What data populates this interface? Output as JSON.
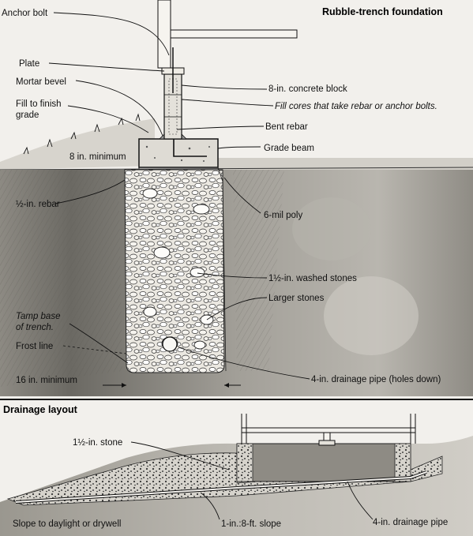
{
  "top_panel": {
    "title": "Rubble-trench foundation",
    "labels": {
      "anchor_bolt": "Anchor bolt",
      "plate": "Plate",
      "mortar_bevel": "Mortar bevel",
      "fill_1": "Fill to finish",
      "fill_2": "grade",
      "concrete_block": "8-in. concrete block",
      "fill_cores": "Fill cores that take rebar or anchor bolts.",
      "bent_rebar": "Bent rebar",
      "grade_beam": "Grade beam",
      "eight_min": "8 in. minimum",
      "half_rebar": "½-in. rebar",
      "poly": "6-mil poly",
      "washed_stones": "1½-in. washed stones",
      "larger_stones": "Larger stones",
      "tamp_1": "Tamp base",
      "tamp_2": "of trench.",
      "frost_line": "Frost line",
      "sixteen_min": "16 in. minimum",
      "drain_pipe": "4-in. drainage pipe (holes down)"
    }
  },
  "bottom_panel": {
    "title": "Drainage layout",
    "labels": {
      "stone": "1½-in. stone",
      "slope_daylight": "Slope to daylight or drywell",
      "slope_ratio": "1-in.:8-ft. slope",
      "pipe": "4-in. drainage pipe"
    }
  },
  "colors": {
    "sky": "#f2f0ec",
    "soil_dark": "#6f6d67",
    "soil_mid": "#97948d",
    "soil_light": "#c9c6bf",
    "gravel": "#e6e3dc",
    "concrete": "#d9d6cf",
    "ink": "#111111"
  }
}
